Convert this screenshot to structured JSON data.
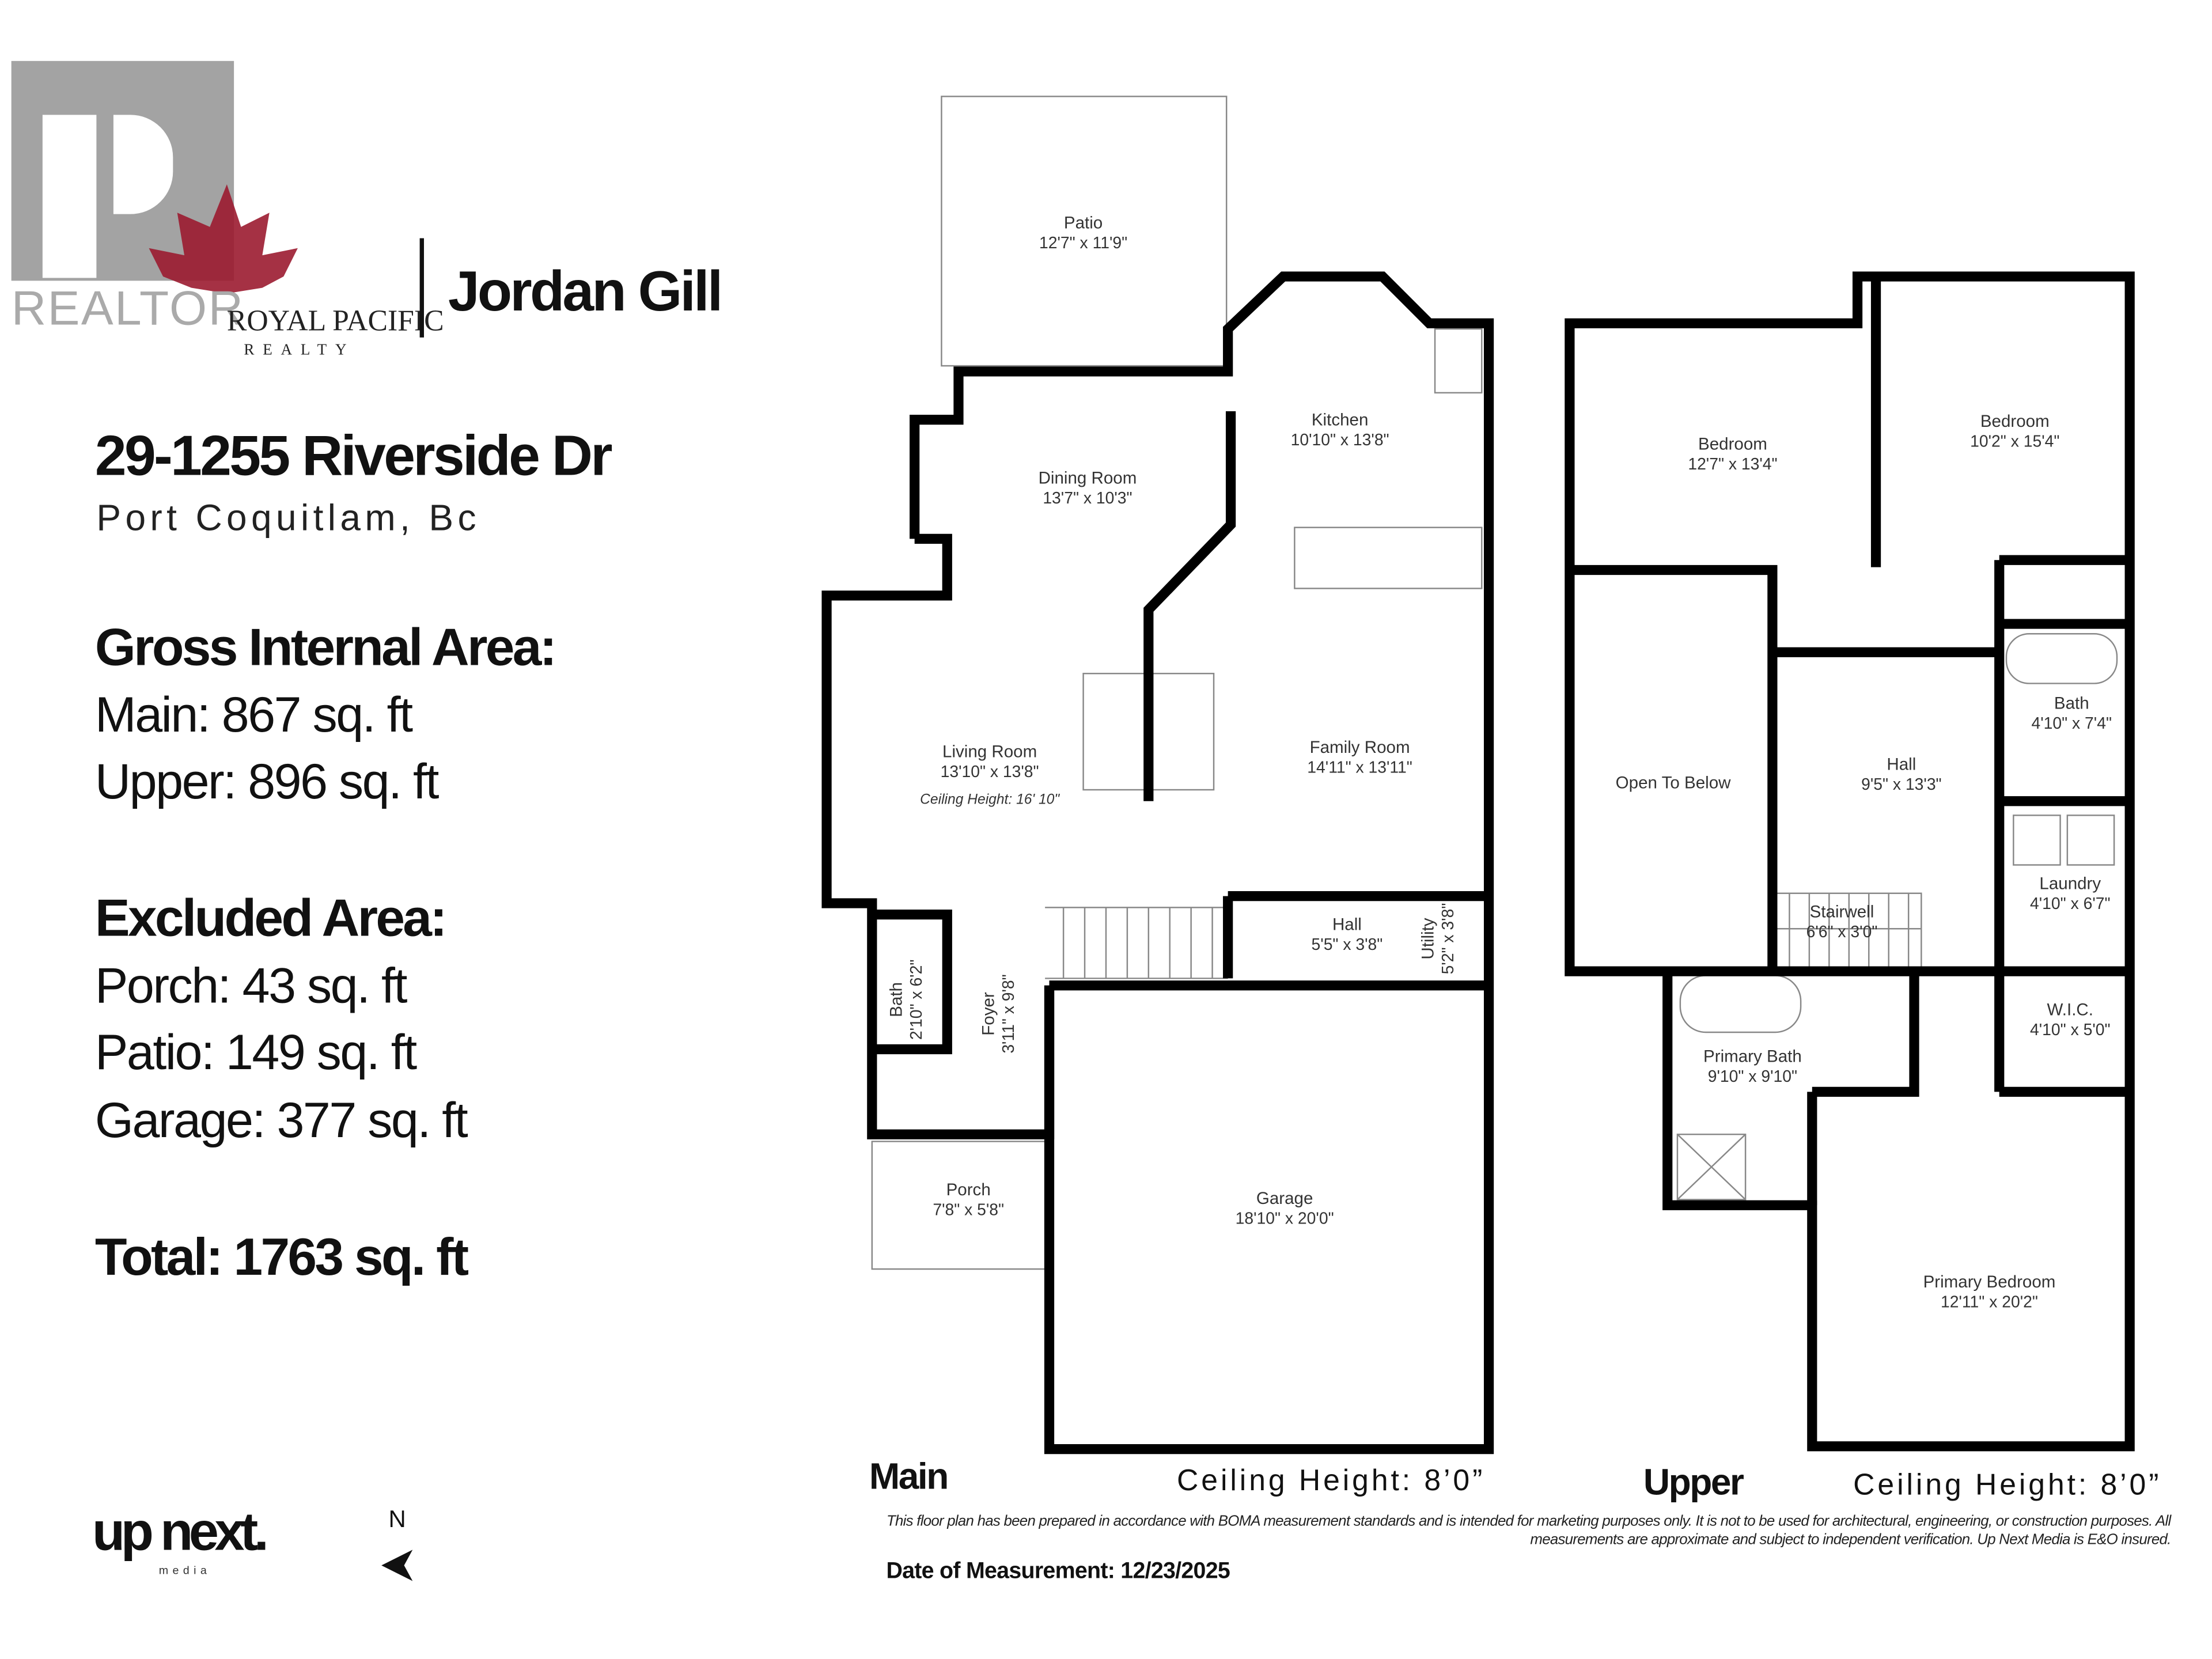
{
  "branding": {
    "realtor_logo_text": "REALTOR",
    "brokerage_name": "ROYAL PACIFIC",
    "brokerage_sub": "REALTY",
    "agent_name": "Jordan Gill",
    "brand_color": "#9b1b30",
    "realtor_gray": "#a3a3a3"
  },
  "property": {
    "address": "29-1255 Riverside Dr",
    "city": "Port Coquitlam, Bc"
  },
  "areas": {
    "gross_heading": "Gross Internal Area:",
    "main": "Main: 867 sq. ft",
    "upper": "Upper: 896 sq. ft",
    "excluded_heading": "Excluded Area:",
    "porch": "Porch: 43 sq. ft",
    "patio": "Patio: 149 sq. ft",
    "garage": "Garage: 377 sq. ft",
    "total": "Total: 1763 sq. ft"
  },
  "main_floor": {
    "label": "Main",
    "ceiling": "Ceiling Height: 8’0”",
    "rooms": [
      {
        "name": "Patio",
        "dim": "12'7\" x 11'9\""
      },
      {
        "name": "Kitchen",
        "dim": "10'10\" x 13'8\""
      },
      {
        "name": "Dining Room",
        "dim": "13'7\" x 10'3\""
      },
      {
        "name": "Living Room",
        "dim": "13'10\" x 13'8\"",
        "note": "Ceiling Height: 16' 10\""
      },
      {
        "name": "Family Room",
        "dim": "14'11\" x 13'11\""
      },
      {
        "name": "Bath",
        "dim": "2'10\" x 6'2\""
      },
      {
        "name": "Foyer",
        "dim": "3'11\" x 9'8\""
      },
      {
        "name": "Hall",
        "dim": "5'5\" x 3'8\""
      },
      {
        "name": "Utility",
        "dim": "5'2\" x 3'8\""
      },
      {
        "name": "Porch",
        "dim": "7'8\" x 5'8\""
      },
      {
        "name": "Garage",
        "dim": "18'10\" x 20'0\""
      }
    ]
  },
  "upper_floor": {
    "label": "Upper",
    "ceiling": "Ceiling Height: 8’0”",
    "rooms": [
      {
        "name": "Bedroom",
        "dim": "12'7\" x 13'4\""
      },
      {
        "name": "Bedroom",
        "dim": "10'2\" x 15'4\""
      },
      {
        "name": "Open To Below",
        "dim": ""
      },
      {
        "name": "Hall",
        "dim": "9'5\" x 13'3\""
      },
      {
        "name": "Bath",
        "dim": "4'10\" x 7'4\""
      },
      {
        "name": "Laundry",
        "dim": "4'10\" x 6'7\""
      },
      {
        "name": "Stairwell",
        "dim": "6'6\" x 3'0\""
      },
      {
        "name": "W.I.C.",
        "dim": "4'10\" x 5'0\""
      },
      {
        "name": "Primary Bath",
        "dim": "9'10\" x 9'10\""
      },
      {
        "name": "Primary Bedroom",
        "dim": "12'11\" x 20'2\""
      }
    ]
  },
  "footer": {
    "company_logo": "up next.",
    "company_sub": "media",
    "compass_label": "N",
    "disclaimer_line1": "This floor plan has been prepared in accordance with BOMA measurement standards and is intended for marketing purposes only. It is not to be used for architectural, engineering, or construction purposes. All",
    "disclaimer_line2": "measurements are approximate and subject to independent verification. Up Next Media is E&O insured.",
    "date": "Date of Measurement: 12/23/2025"
  }
}
